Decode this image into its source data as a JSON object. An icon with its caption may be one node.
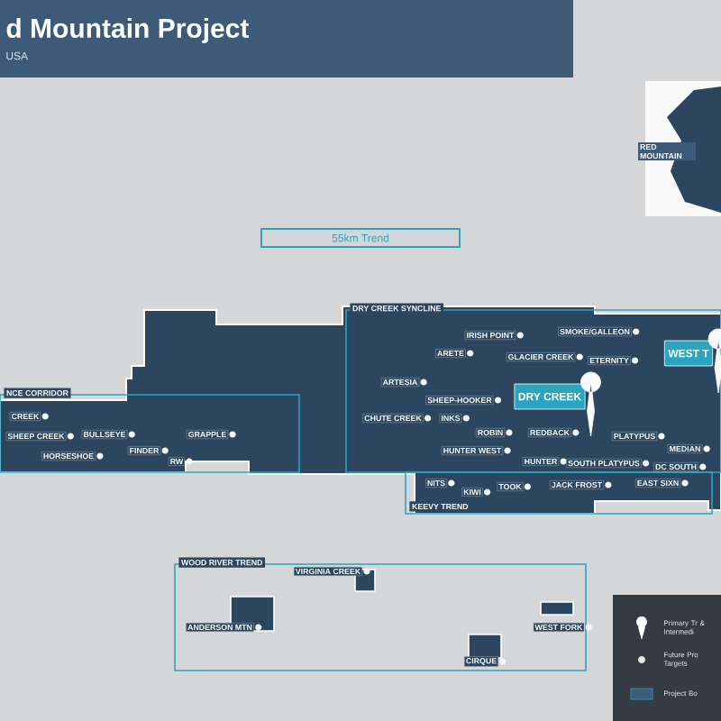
{
  "diagram": {
    "title": "d Mountain Project",
    "nodes": [
      {
        "text": [
          "NCE CORRIDOR"
        ]
      },
      {
        "text": [
          "DRY CREEK SYNCLINE"
        ]
      },
      {
        "text": [
          "KEEVY TREND"
        ]
      },
      {
        "text": [
          "WOOD RIVER TREND"
        ]
      }
    ],
    "edges": [],
    "labels": [
      "USA",
      "RED MOUNTAIN",
      "55km Trend",
      "CREEK",
      "SHEEP CREEK",
      "BULLSEYE",
      "GRAPPLE",
      "HORSESHOE",
      "FINDER",
      "RW",
      "IRISH POINT",
      "SMOKE/GALLEON",
      "ARETE",
      "GLACIER CREEK",
      "ETERNITY",
      "WEST T",
      "ARTESIA",
      "SHEEP-HOOKER",
      "DRY CREEK",
      "CHUTE CREEK",
      "INKS",
      "ROBIN",
      "REDBACK",
      "PLATYPUS",
      "HUNTER WEST",
      "MEDIAN",
      "HUNTER",
      "SOUTH PLATYPUS",
      "DC SOUTH",
      "NITS",
      "KIWI",
      "TOOK",
      "JACK FROST",
      "EAST SIXN",
      "VIRGINIA CREEK",
      "ANDERSON MTN",
      "WEST FORK",
      "CIRQUE"
    ],
    "legend": [
      {
        "text": "Primary Tr & Intermedi"
      },
      {
        "text": "Future Pro Targets"
      },
      {
        "text": "Project Bo"
      }
    ]
  }
}
